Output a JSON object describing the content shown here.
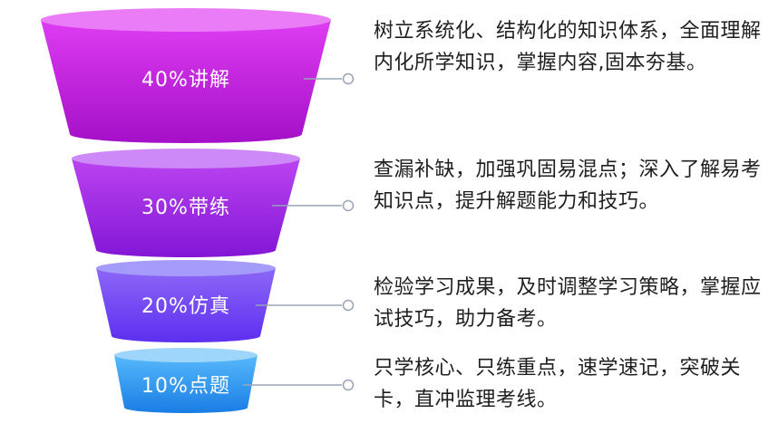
{
  "tiers": [
    {
      "label": "40%讲解",
      "description": "树立系统化、结构化的知识体系，全面理解内化所学知识，掌握内容,固本夯基。",
      "colors": {
        "rim": "#ea7cf7",
        "top": "#de3cf2",
        "bottom": "#a410c7"
      }
    },
    {
      "label": "30%带练",
      "description": "查漏补缺，加强巩固易混点；深入了解易考知识点，提升解题能力和技巧。",
      "colors": {
        "rim": "#cd89f8",
        "top": "#bb44f0",
        "bottom": "#8316d6"
      }
    },
    {
      "label": "20%仿真",
      "description": "检验学习成果，及时调整学习策略，掌握应试技巧，助力备考。",
      "colors": {
        "rim": "#a59bfa",
        "top": "#8d67f7",
        "bottom": "#5d2ff0"
      }
    },
    {
      "label": "10%点题",
      "description": "只学核心、只练重点，速学速记，突破关卡，直冲监理考线。",
      "colors": {
        "rim": "#9ed6fb",
        "top": "#57b9fb",
        "bottom": "#1a7de5"
      }
    }
  ],
  "connector_color": "#9aa3b5"
}
